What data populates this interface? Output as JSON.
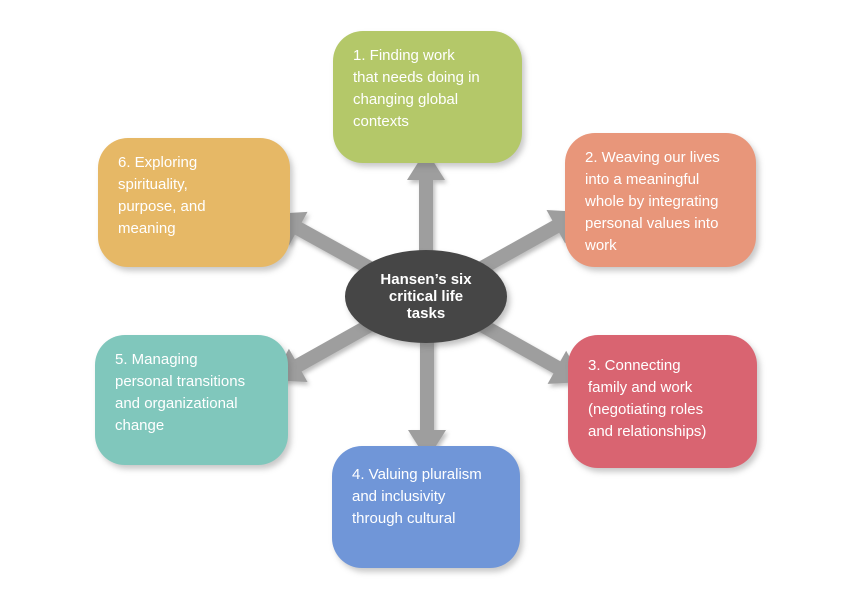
{
  "diagram": {
    "center": {
      "label": "Hansen’s six\ncritical life\ntasks",
      "color": "#464646",
      "text_color": "#ffffff"
    },
    "tasks": [
      {
        "number": 1,
        "text": "1. Finding work\nthat needs doing in\nchanging global\ncontexts",
        "color": "#b4c869"
      },
      {
        "number": 2,
        "text": "2. Weaving our lives\ninto a meaningful\nwhole by integrating\npersonal values into\nwork",
        "color": "#e8967a"
      },
      {
        "number": 3,
        "text": "3. Connecting\nfamily and work\n(negotiating roles\nand relationships)",
        "color": "#d96471"
      },
      {
        "number": 4,
        "text": "4. Valuing pluralism\nand inclusivity\nthrough cultural",
        "color": "#7096d8"
      },
      {
        "number": 5,
        "text": "5. Managing\npersonal transitions\nand organizational\nchange",
        "color": "#80c7bc"
      },
      {
        "number": 6,
        "text": "6. Exploring\nspirituality,\npurpose, and\nmeaning",
        "color": "#e6b866"
      }
    ],
    "arrow_color": "#9e9e9e",
    "background": "#ffffff"
  }
}
